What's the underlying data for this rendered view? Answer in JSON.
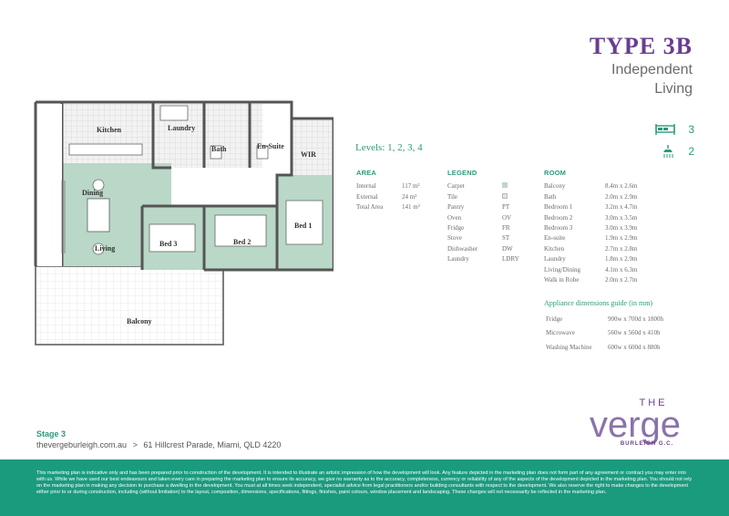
{
  "header": {
    "type_label": "TYPE 3B",
    "sub_line1": "Independent",
    "sub_line2": "Living"
  },
  "counts": {
    "bedrooms": "3",
    "bedroom_icon": "bed-icon",
    "bathrooms": "2",
    "bathroom_icon": "shower-icon"
  },
  "levels": "Levels: 1, 2, 3, 4",
  "plan_rooms": {
    "kitchen": "Kitchen",
    "laundry": "Laundry",
    "bath": "Bath",
    "ensuite": "En-Suite",
    "wir": "WIR",
    "dining": "Dining",
    "living": "Living",
    "bed3": "Bed 3",
    "bed2": "Bed 2",
    "bed1": "Bed 1",
    "balcony": "Balcony"
  },
  "area": {
    "heading": "AREA",
    "rows": [
      {
        "label": "Internal",
        "value": "117 m²"
      },
      {
        "label": "External",
        "value": "24 m²"
      },
      {
        "label": "Total Area",
        "value": "141 m²"
      }
    ]
  },
  "legend": {
    "heading": "LEGEND",
    "rows": [
      {
        "label": "Carpet",
        "code": ""
      },
      {
        "label": "Tile",
        "code": ""
      },
      {
        "label": "Pantry",
        "code": "PT"
      },
      {
        "label": "Oven",
        "code": "OV"
      },
      {
        "label": "Fridge",
        "code": "FR"
      },
      {
        "label": "Stove",
        "code": "ST"
      },
      {
        "label": "Dishwasher",
        "code": "DW"
      },
      {
        "label": "Laundry",
        "code": "LDRY"
      }
    ]
  },
  "room": {
    "heading": "ROOM",
    "rows": [
      {
        "label": "Balcony",
        "value": "8.4m x 2.6m"
      },
      {
        "label": "Bath",
        "value": "2.0m x 2.9m"
      },
      {
        "label": "Bedroom 1",
        "value": "3.2m x 4.7m"
      },
      {
        "label": "Bedroom 2",
        "value": "3.0m x 3.5m"
      },
      {
        "label": "Bedroom 3",
        "value": "3.0m x 3.9m"
      },
      {
        "label": "En-suite",
        "value": "1.9m x 2.9m"
      },
      {
        "label": "Kitchen",
        "value": "2.7m x 2.8m"
      },
      {
        "label": "Laundry",
        "value": "1.8m x 2.9m"
      },
      {
        "label": "Living/Dining",
        "value": "4.1m x 6.3m"
      },
      {
        "label": "Walk in Robe",
        "value": "2.0m x 2.7m"
      }
    ]
  },
  "appliances": {
    "heading": "Appliance dimensions guide (in mm)",
    "rows": [
      {
        "label": "Fridge",
        "value": "900w x 700d x 1800h"
      },
      {
        "label": "Microwave",
        "value": "560w x 560d x 410h"
      },
      {
        "label": "Washing Machine",
        "value": "600w x 600d x 880h"
      }
    ]
  },
  "logo": {
    "the": "THE",
    "verge": "verge",
    "burleigh": "BURLEIGH G.C."
  },
  "stage": {
    "title": "Stage 3",
    "website": "thevergeburleigh.com.au",
    "separator": ">",
    "address": "61 Hillcrest Parade, Miami, QLD 4220"
  },
  "disclaimer": "This marketing plan is indicative only and has been prepared prior to construction of the development. It is intended to illustrate an artistic impression of how the development will look. Any feature depicted in the marketing plan does not form part of any agreement or contract you may enter into with us. While we have used our best endeavours and taken every care in preparing the marketing plan to ensure its accuracy, we give no warranty as to the accuracy, completeness, currency or reliability of any of the aspects of the development depicted in the marketing plan. You should not rely on the marketing plan in making any decision to purchase a dwelling in the development. You must at all times seek independent, specialist advice from legal practitioners and/or building consultants with respect to the development. We also reserve the right to make changes to the development either prior to or during construction, including (without limitation) to the layout, composition, dimensions, specifications, fittings, finishes, paint colours, window placement and landscaping. These changes will not necessarily be reflected in the marketing plan.",
  "colors": {
    "accent_purple": "#6a3e8e",
    "accent_green": "#2b9a7c",
    "footer_green": "#1a9b7e",
    "carpet": "#b9d8c8"
  }
}
